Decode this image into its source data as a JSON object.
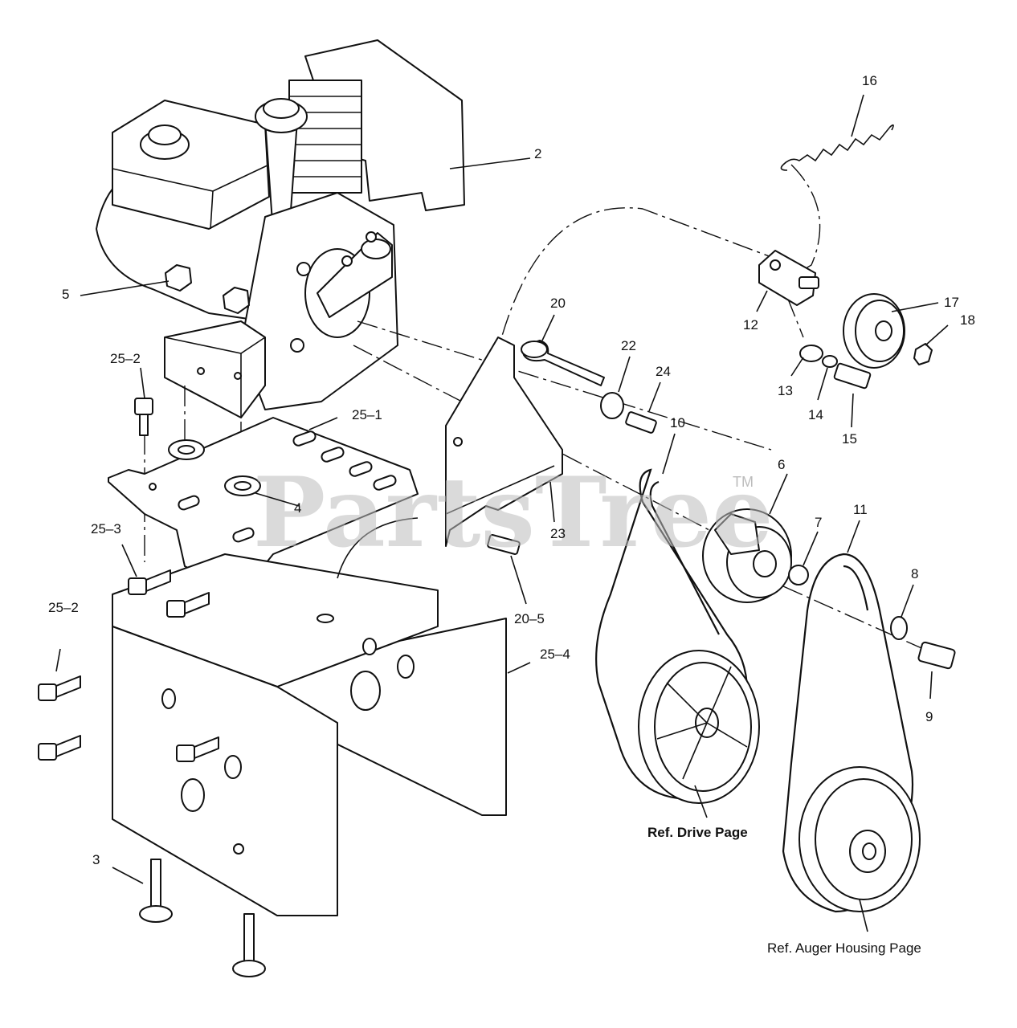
{
  "watermark": {
    "text": "PartsTree",
    "tm": "TM"
  },
  "references": {
    "drive": "Ref. Drive Page",
    "auger": "Ref. Auger Housing Page"
  },
  "labels": {
    "l2": "2",
    "l3": "3",
    "l4": "4",
    "l5": "5",
    "l6": "6",
    "l7": "7",
    "l8": "8",
    "l9": "9",
    "l10": "10",
    "l11": "11",
    "l12": "12",
    "l13": "13",
    "l14": "14",
    "l15": "15",
    "l16": "16",
    "l17": "17",
    "l18": "18",
    "l20": "20",
    "l20_5": "20–5",
    "l22": "22",
    "l23": "23",
    "l24": "24",
    "l25_1": "25–1",
    "l25_2a": "25–2",
    "l25_2b": "25–2",
    "l25_3": "25–3",
    "l25_4": "25–4"
  }
}
